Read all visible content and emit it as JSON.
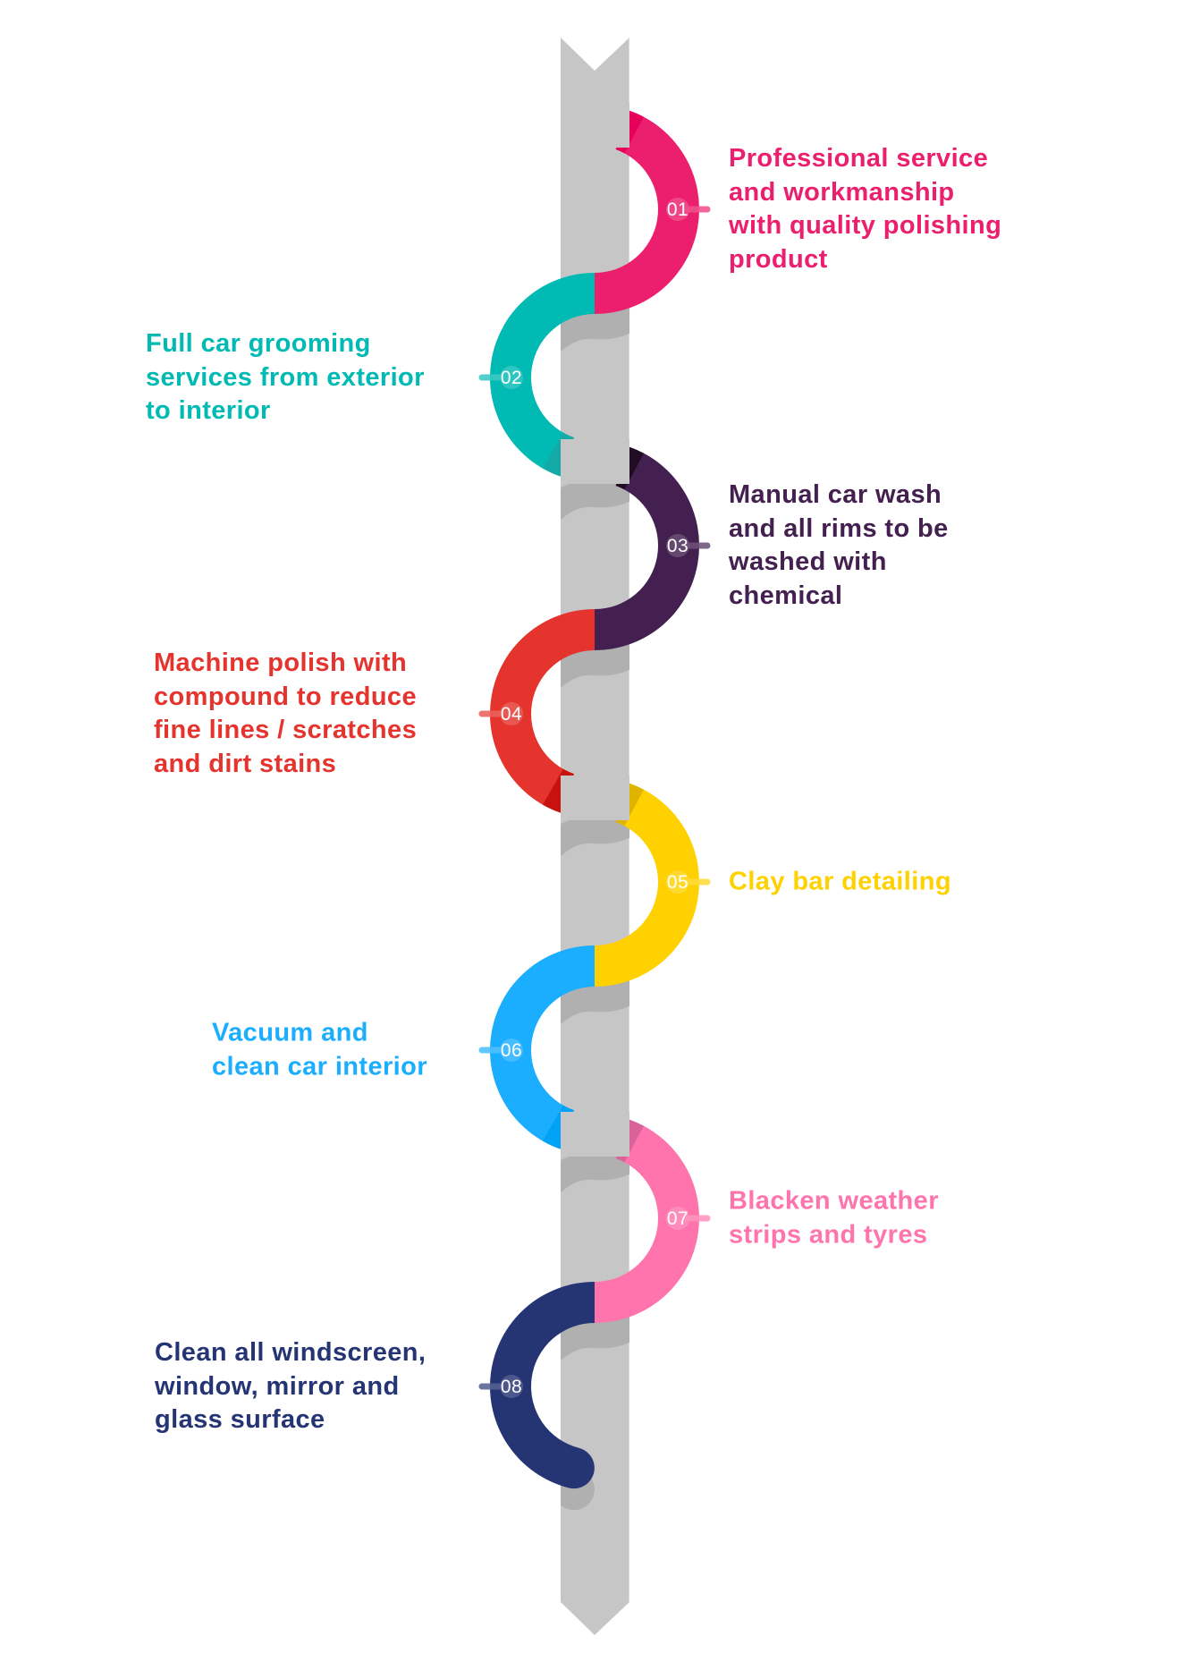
{
  "infographic": {
    "steps": [
      {
        "number": "01",
        "side": "right",
        "lines": [
          "Professional service",
          "and workmanship",
          "with quality polishing",
          "product"
        ],
        "color": "#EC1E6E",
        "shade": "#E6005A",
        "text_color": "#EC1E6E"
      },
      {
        "number": "02",
        "side": "left",
        "lines": [
          "Full car grooming",
          "services from exterior",
          "to interior"
        ],
        "color": "#00BAB3",
        "shade": "#14ABA6",
        "text_color": "#00BAB3"
      },
      {
        "number": "03",
        "side": "right",
        "lines": [
          "Manual car wash",
          "and all rims to be",
          "washed with",
          "chemical"
        ],
        "color": "#43204F",
        "shade": "#210C24",
        "text_color": "#43204F"
      },
      {
        "number": "04",
        "side": "left",
        "lines": [
          "Machine polish with",
          "compound to reduce",
          "fine lines / scratches",
          "and dirt stains"
        ],
        "color": "#E5332D",
        "shade": "#C81210",
        "text_color": "#E5332D"
      },
      {
        "number": "05",
        "side": "right",
        "lines": [
          "Clay bar detailing"
        ],
        "color": "#FFD100",
        "shade": "#DEB400",
        "text_color": "#FFD100"
      },
      {
        "number": "06",
        "side": "left",
        "lines": [
          "Vacuum and",
          "clean car interior"
        ],
        "color": "#1BAEFF",
        "shade": "#00A2F5",
        "text_color": "#1BAEFF"
      },
      {
        "number": "07",
        "side": "right",
        "lines": [
          "Blacken weather",
          "strips and tyres"
        ],
        "color": "#FF74AD",
        "shade": "#D96398",
        "text_color": "#FF74AD"
      },
      {
        "number": "08",
        "side": "left",
        "lines": [
          "Clean all windscreen,",
          "window, mirror and",
          "glass surface"
        ],
        "color": "#253473",
        "shade": "#1E2C64",
        "text_color": "#253473"
      }
    ],
    "bar_color": "#C6C6C6",
    "bar_shadow_color": "#B0B0B0"
  }
}
